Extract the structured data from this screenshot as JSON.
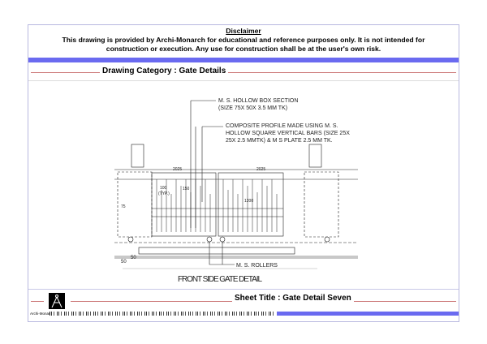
{
  "disclaimer": {
    "title": "Disclaimer",
    "line1": "This drawing is provided by Archi-Monarch for educational and reference purposes only. It is not intended for",
    "line2": "construction or execution. Any use for construction shall be at the user's own risk."
  },
  "category": {
    "label": "Drawing Category : Gate Details"
  },
  "drawing": {
    "callout1_line1": "M. S. HOLLOW BOX SECTION",
    "callout1_line2": "(SIZE 75X 50X 3.5 MM TK)",
    "callout2_line1": "COMPOSITE PROFILE MADE USING M. S.",
    "callout2_line2": "HOLLOW SQUARE VERTICAL BARS (SIZE 25X",
    "callout2_line3": "25X 2.5 MMTK) & M S PLATE 2.5 MM TK.",
    "callout3": "M. S. ROLLERS",
    "dim_left_width": "2025",
    "dim_right_width": "2025",
    "dim_100": "100",
    "dim_typ": "(TYP.)",
    "dim_150": "150",
    "dim_75": "75",
    "dim_1200": "1200",
    "dim_50a": "50",
    "dim_50b": "50",
    "caption": "FRONT SIDE GATE DETAIL"
  },
  "footer": {
    "sheet_title": "Sheet Title : Gate Detail Seven",
    "brand": "Archi-Monarch",
    "logo_icon": "compass-divider-icon",
    "accent": "#6a6af0"
  }
}
